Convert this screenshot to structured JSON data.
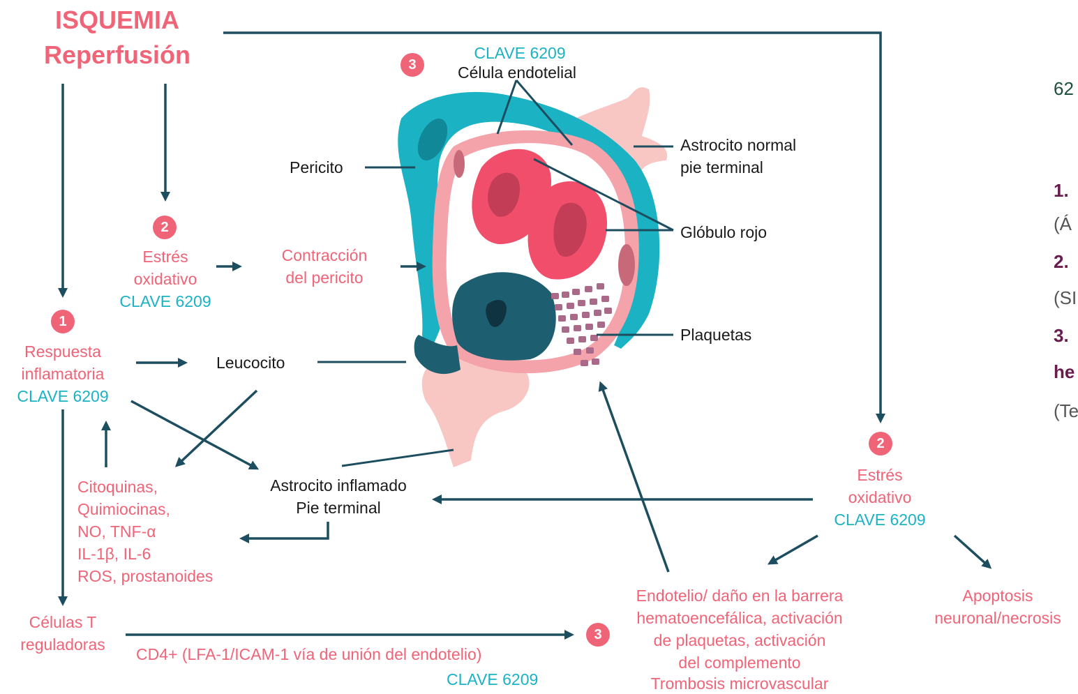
{
  "title": {
    "line1": "ISQUEMIA",
    "line2": "Reperfusión"
  },
  "badges": {
    "one": "1",
    "two": "2",
    "three": "3"
  },
  "top_label": {
    "clave": "CLAVE 6209",
    "cell": "Célula endotelial"
  },
  "stress_left": {
    "l1": "Estrés",
    "l2": "oxidativo",
    "clave": "CLAVE 6209"
  },
  "pericyte_contraction": {
    "l1": "Contracción",
    "l2": "del pericito"
  },
  "inflammation": {
    "l1": "Respuesta",
    "l2": "inflamatoria",
    "clave": "CLAVE 6209"
  },
  "labels": {
    "pericito": "Pericito",
    "astro_normal_1": "Astrocito normal",
    "astro_normal_2": "pie terminal",
    "globulo": "Glóbulo rojo",
    "plaquetas": "Plaquetas",
    "leucocito": "Leucocito",
    "astro_inf_1": "Astrocito inflamado",
    "astro_inf_2": "Pie terminal"
  },
  "cytokines": [
    "Citoquinas,",
    "Quimiocinas,",
    "NO, TNF-α",
    "IL-1β, IL-6",
    "ROS, prostanoides"
  ],
  "treg": {
    "l1": "Células T",
    "l2": "reguladoras"
  },
  "cd4": {
    "text": "CD4+ (LFA-1/ICAM-1 vía de unión del endotelio)",
    "clave": "CLAVE 6209"
  },
  "stress_right": {
    "l1": "Estrés",
    "l2": "oxidativo",
    "clave": "CLAVE 6209"
  },
  "endothelium": [
    "Endotelio/ daño en la barrera",
    "hematoencefálica, activación",
    "de plaquetas, activación",
    "del complemento",
    "Trombosis microvascular"
  ],
  "apoptosis": {
    "l1": "Apoptosis",
    "l2": "neuronal/necrosis"
  },
  "side_panel": {
    "num": "62",
    "item1": "1.",
    "item1_sub": "(Á",
    "item2": "2.",
    "item2_sub": "(SI",
    "item3": "3.",
    "item3_b": "he",
    "item3_sub": "(Te"
  },
  "colors": {
    "pink": "#f06478",
    "teal": "#1bb3c4",
    "navy": "#1d4e5f",
    "purple": "#6a1b4d"
  }
}
